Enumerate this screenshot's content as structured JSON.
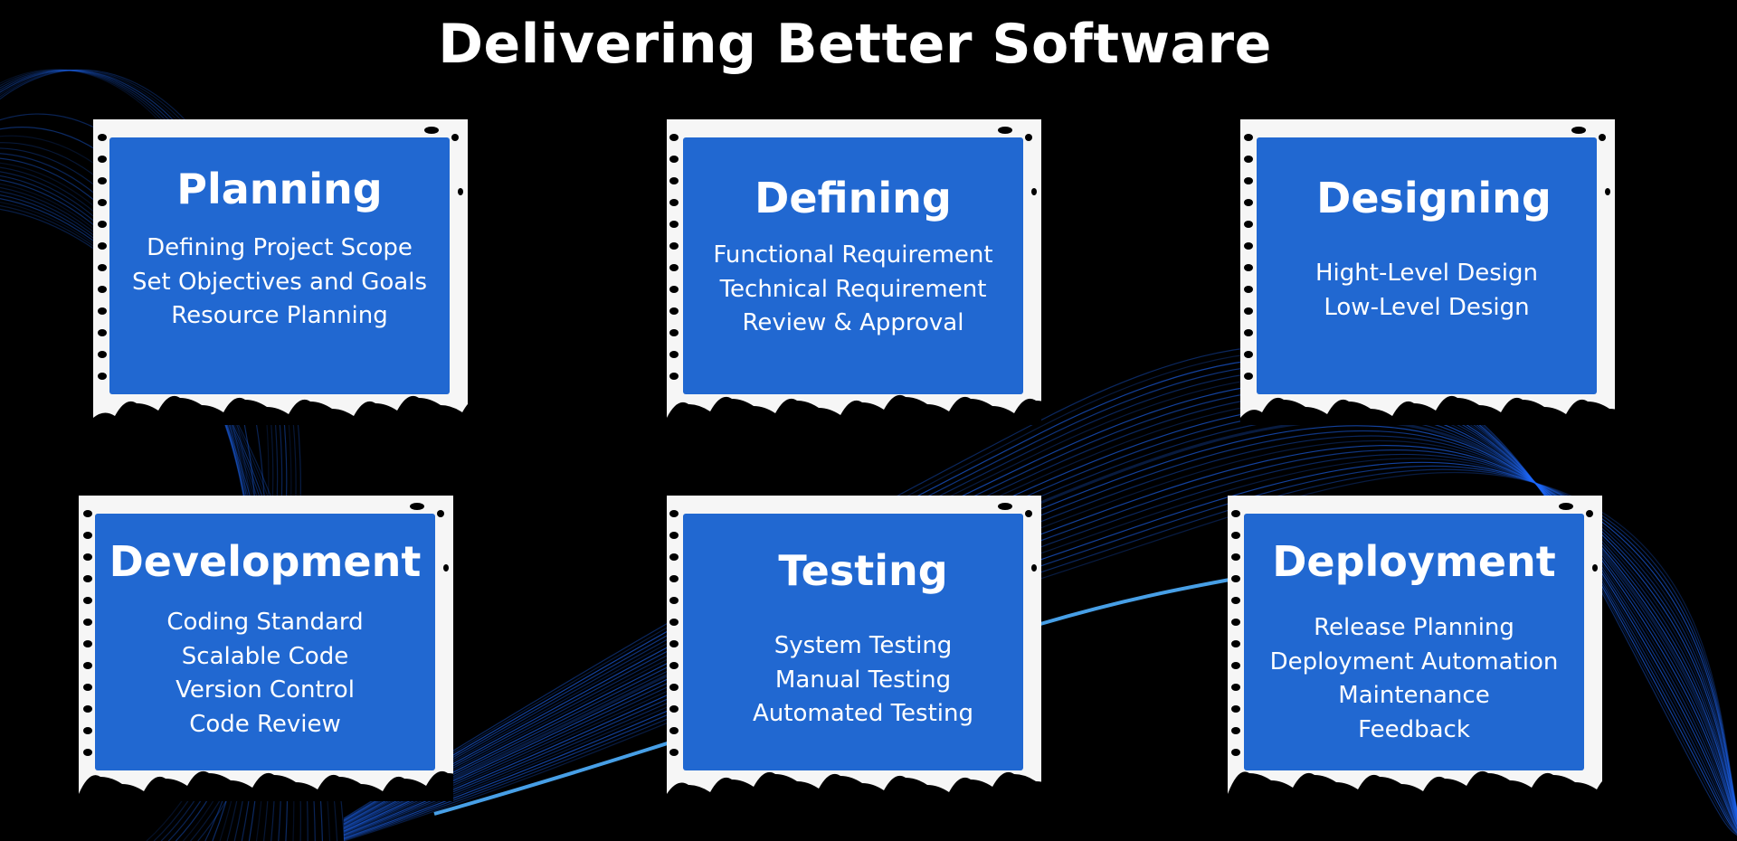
{
  "title": "Delivering Better Software",
  "colors": {
    "background": "#000000",
    "card_panel": "#2168d1",
    "card_frame": "#f6f6f6",
    "text": "#ffffff",
    "wave": "#1f6bff"
  },
  "cards": [
    {
      "title": "Planning",
      "items": [
        "Defining Project Scope",
        "Set Objectives and Goals",
        "Resource Planning"
      ]
    },
    {
      "title": "Defining",
      "items": [
        "Functional Requirement",
        "Technical Requirement",
        "Review & Approval"
      ]
    },
    {
      "title": "Designing",
      "items": [
        "Hight-Level Design",
        "Low-Level Design"
      ]
    },
    {
      "title": "Development",
      "items": [
        "Coding Standard",
        "Scalable Code",
        "Version Control",
        "Code Review"
      ]
    },
    {
      "title": "Testing",
      "items": [
        "System Testing",
        "Manual Testing",
        "Automated Testing"
      ]
    },
    {
      "title": "Deployment",
      "items": [
        "Release Planning",
        "Deployment Automation",
        "Maintenance",
        "Feedback"
      ]
    }
  ]
}
